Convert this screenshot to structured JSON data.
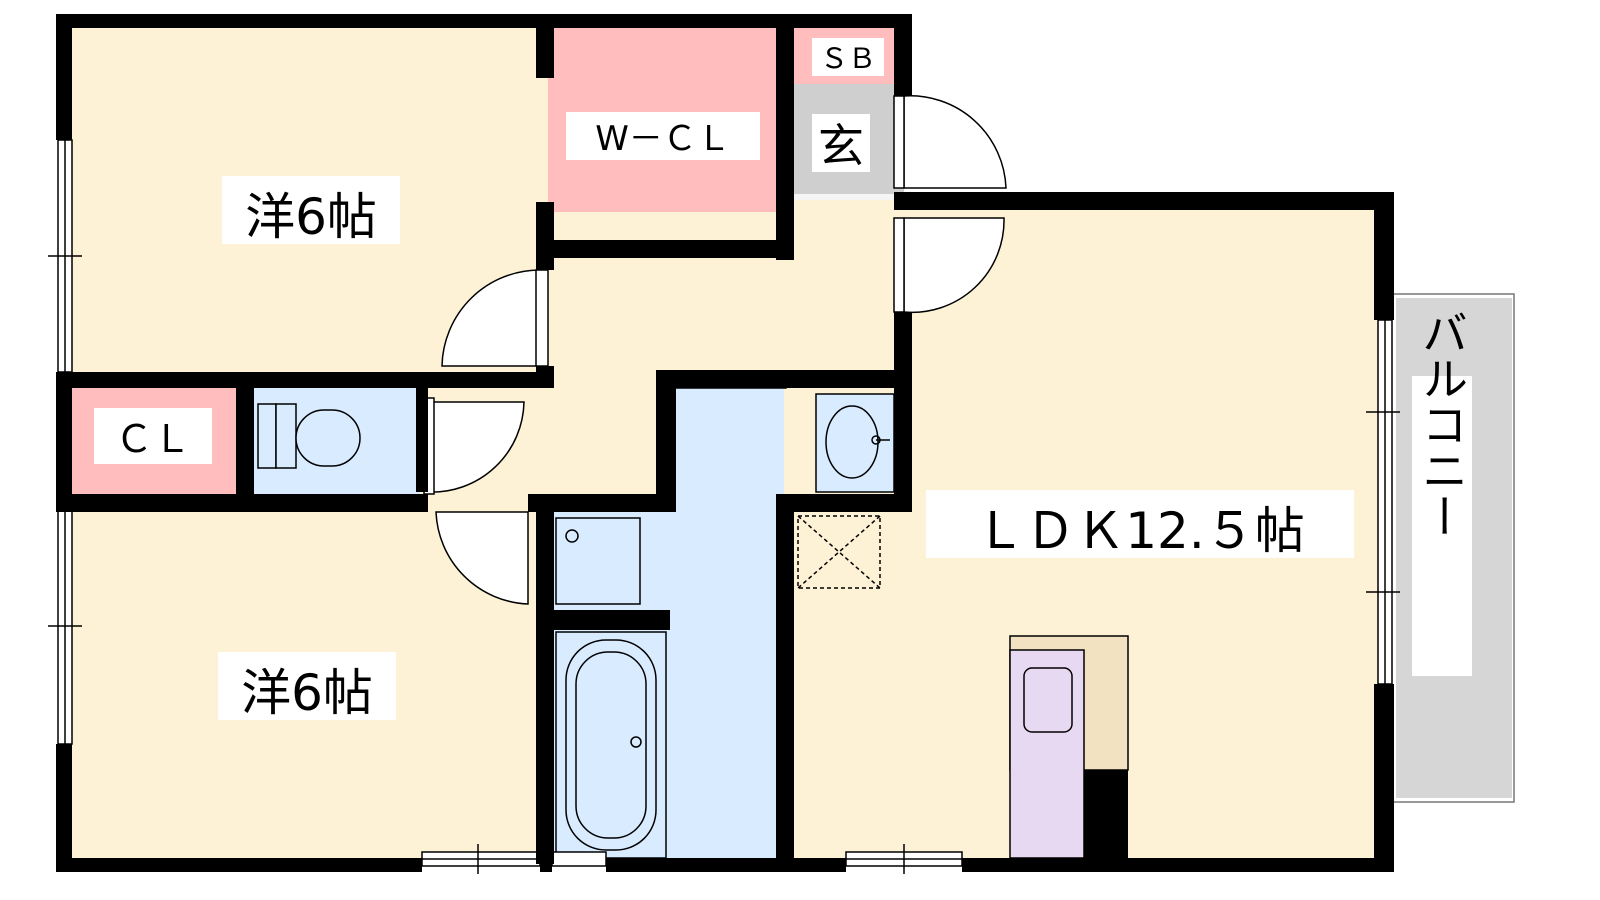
{
  "rooms": {
    "western_room_top": "洋6帖",
    "western_room_bottom": "洋6帖",
    "walk_in_closet": "W－ＣＬ",
    "shoe_box": "ＳＢ",
    "entrance": "玄",
    "closet": "ＣＬ",
    "ldk": "ＬＤＫ12.５帖",
    "balcony": "バルコニー"
  },
  "colors": {
    "room_floor": "#FDF2D6",
    "closet_pink": "#FFBDBD",
    "wet_area_blue": "#D9ECFF",
    "entrance_grey": "#CFCFCF",
    "balcony_grey": "#D6D6D6",
    "kitchen_purple": "#E8D9F2",
    "counter_beige": "#F2E2C2",
    "wall": "#000000"
  }
}
